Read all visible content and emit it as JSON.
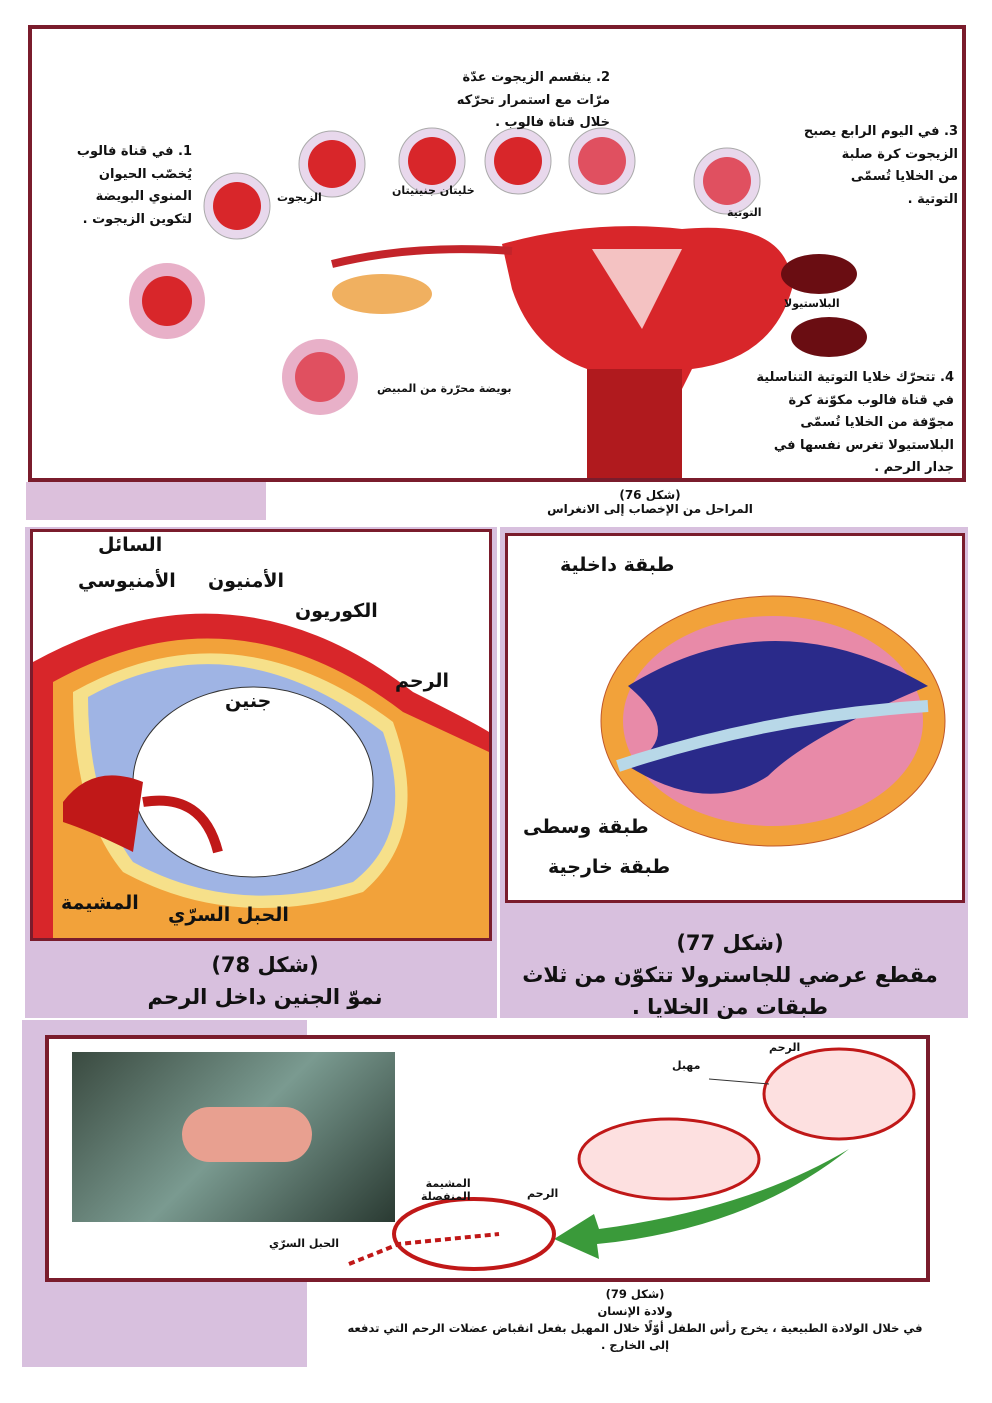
{
  "figure76": {
    "step1": [
      "1.  في قناة فالوب",
      "يُخصّب الحيوان",
      "المنوي البويضة",
      "لتكوين الزيجوت ."
    ],
    "step2": [
      "2.  ينقسم الزيجوت عدّة",
      "مرّات مع استمرار تحرّكه",
      "خلال قناة فالوب ."
    ],
    "step3": [
      "3.  في اليوم الرابع يصبح",
      "الزيجوت كرة صلبة",
      "من الخلايا تُسمّى",
      "التوتية ."
    ],
    "step4": [
      "4.  تتحرّك خلايا التوتية التناسلية",
      "في قناة فالوب مكوّنة كرة",
      "مجوّفة من الخلايا تُسمّى",
      "البلاستيولا تغرس نفسها في",
      "جدار الرحم ."
    ],
    "labels": {
      "zygote": "الزيجوت",
      "two_cells": "خليتان جنينيتان",
      "morula": "التوتية",
      "blastula": "البلاستيولا",
      "egg": "بويضة محرّرة من المبيض"
    },
    "caption_number": "(شكل 76)",
    "caption_title": "المراحل من الإخصاب إلى الانغراس"
  },
  "figure78": {
    "labels": {
      "fluid": "السائل",
      "amniotic": "الأمنيوسي",
      "amnion": "الأمنيون",
      "chorion": "الكوريون",
      "uterus": "الرحم",
      "fetus": "جنين",
      "placenta": "المشيمة",
      "cord": "الحبل السرّي"
    },
    "caption_number": "(شكل 78)",
    "caption_title": "نموّ الجنين داخل الرحم"
  },
  "figure77": {
    "labels": {
      "endoderm": "طبقة داخلية",
      "mesoderm": "طبقة وسطى",
      "ectoderm": "طبقة خارجية"
    },
    "caption_number": "(شكل 77)",
    "caption_lines": [
      "مقطع عرضي للجاسترولا تتكوّن من ثلاث",
      "طبقات من الخلايا ."
    ]
  },
  "figure79": {
    "labels": {
      "uterus_top": "الرحم",
      "cervix": "مهبل",
      "uterus_bottom": "الرحم",
      "placenta": "المشيمة",
      "separated": "المنفصلة",
      "cord": "الحبل السرّي"
    },
    "caption_number": "(شكل 79)",
    "caption_title": "ولادة الإنسان",
    "caption_lines": [
      "في خلال الولادة الطبيعية ، يخرج رأس الطفل أوّلًا خلال المهبل بفعل انقباض عضلات الرحم التي تدفعه",
      "إلى الخارج ."
    ]
  },
  "colors": {
    "frame": "#7a1c2c",
    "uterus": "#d8262a",
    "lavender": "#d8c0de",
    "arrow": "#3a9a3a"
  }
}
